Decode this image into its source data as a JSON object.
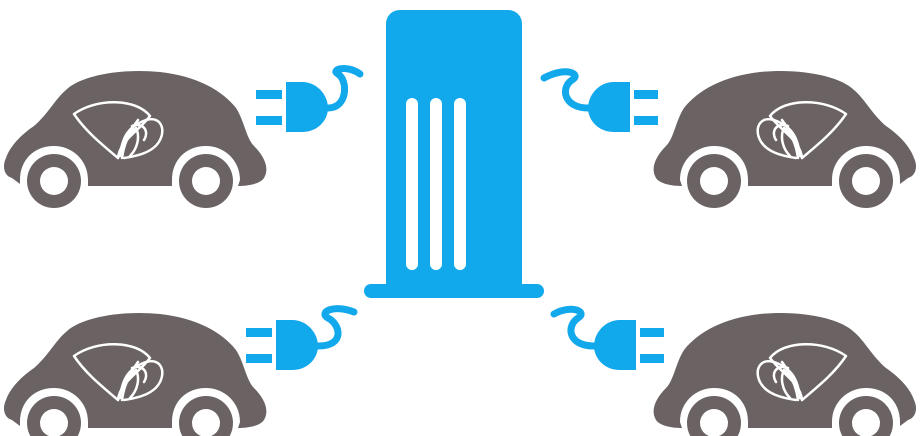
{
  "colors": {
    "station": "#12A8EC",
    "plug": "#12A8EC",
    "car": "#6B6363",
    "leaf_outline": "#FFFFFF",
    "background": "#FFFFFF"
  },
  "icons": {
    "station": "ev-charging-station-icon",
    "plug": "electric-plug-icon",
    "car": "eco-car-icon",
    "leaf": "leaf-icon"
  },
  "cars": [
    {
      "id": "top-left",
      "facing": "left"
    },
    {
      "id": "top-right",
      "facing": "right"
    },
    {
      "id": "bottom-left",
      "facing": "left"
    },
    {
      "id": "bottom-right",
      "facing": "right"
    }
  ],
  "plugs": [
    {
      "id": "top-left",
      "points_to": "car-top-left"
    },
    {
      "id": "top-right",
      "points_to": "car-top-right"
    },
    {
      "id": "bottom-left",
      "points_to": "car-bottom-left"
    },
    {
      "id": "bottom-right",
      "points_to": "car-bottom-right"
    }
  ]
}
